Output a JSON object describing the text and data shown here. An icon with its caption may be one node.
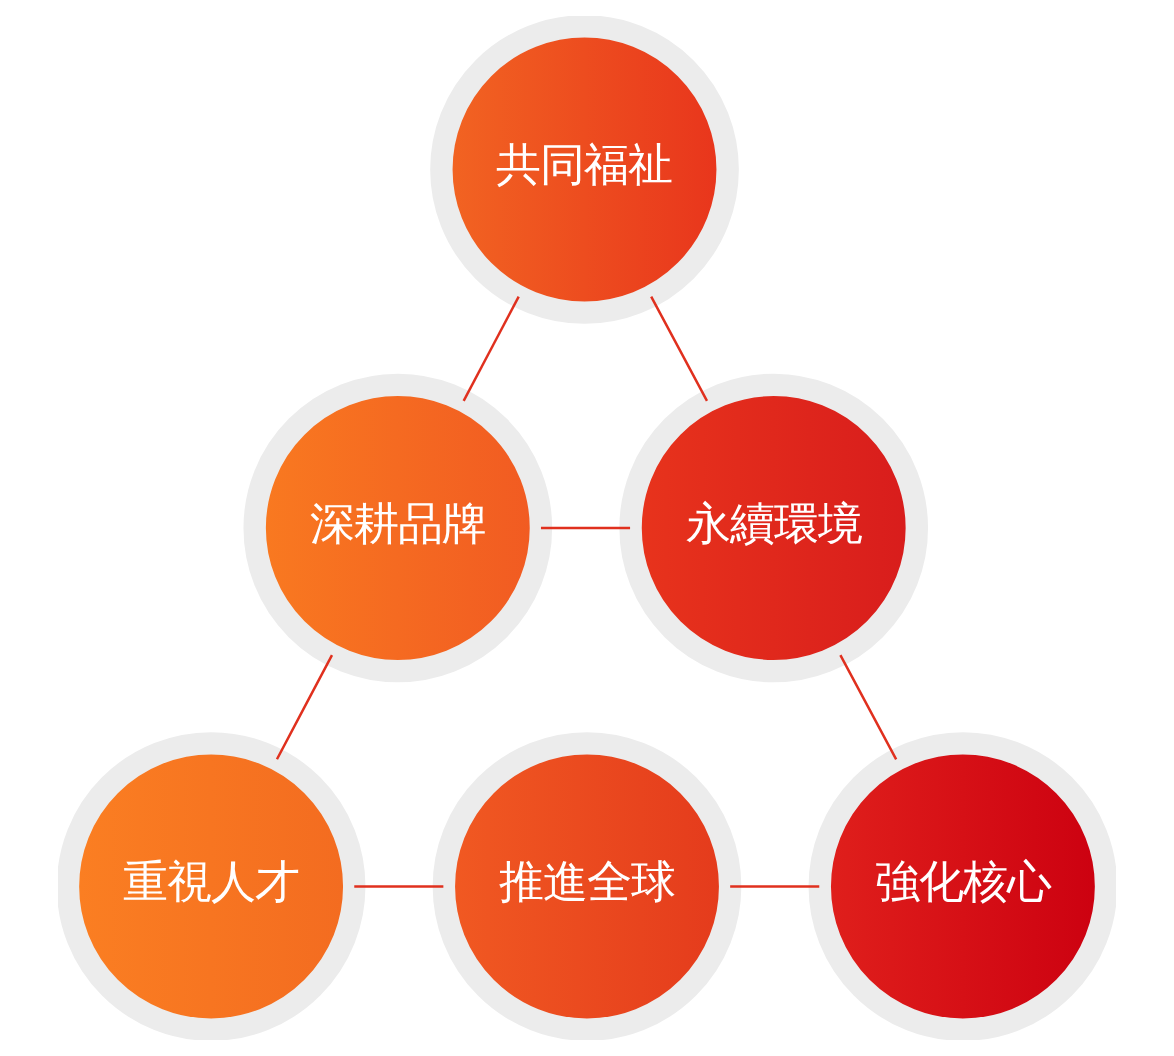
{
  "diagram": {
    "nodes": [
      {
        "text": [
          "共同福祉"
        ]
      },
      {
        "text": [
          "深耕品牌"
        ]
      },
      {
        "text": [
          "永續環境"
        ]
      },
      {
        "text": [
          "重視人才"
        ]
      },
      {
        "text": [
          "推進全球"
        ]
      },
      {
        "text": [
          "強化核心"
        ]
      }
    ],
    "edges": [
      {
        "from": 0,
        "to": 1,
        "arrow": "none"
      },
      {
        "from": 0,
        "to": 2,
        "arrow": "none"
      },
      {
        "from": 1,
        "to": 2,
        "arrow": "none"
      },
      {
        "from": 1,
        "to": 3,
        "arrow": "none"
      },
      {
        "from": 2,
        "to": 5,
        "arrow": "none"
      },
      {
        "from": 3,
        "to": 4,
        "arrow": "none"
      },
      {
        "from": 4,
        "to": 5,
        "arrow": "none"
      }
    ]
  }
}
